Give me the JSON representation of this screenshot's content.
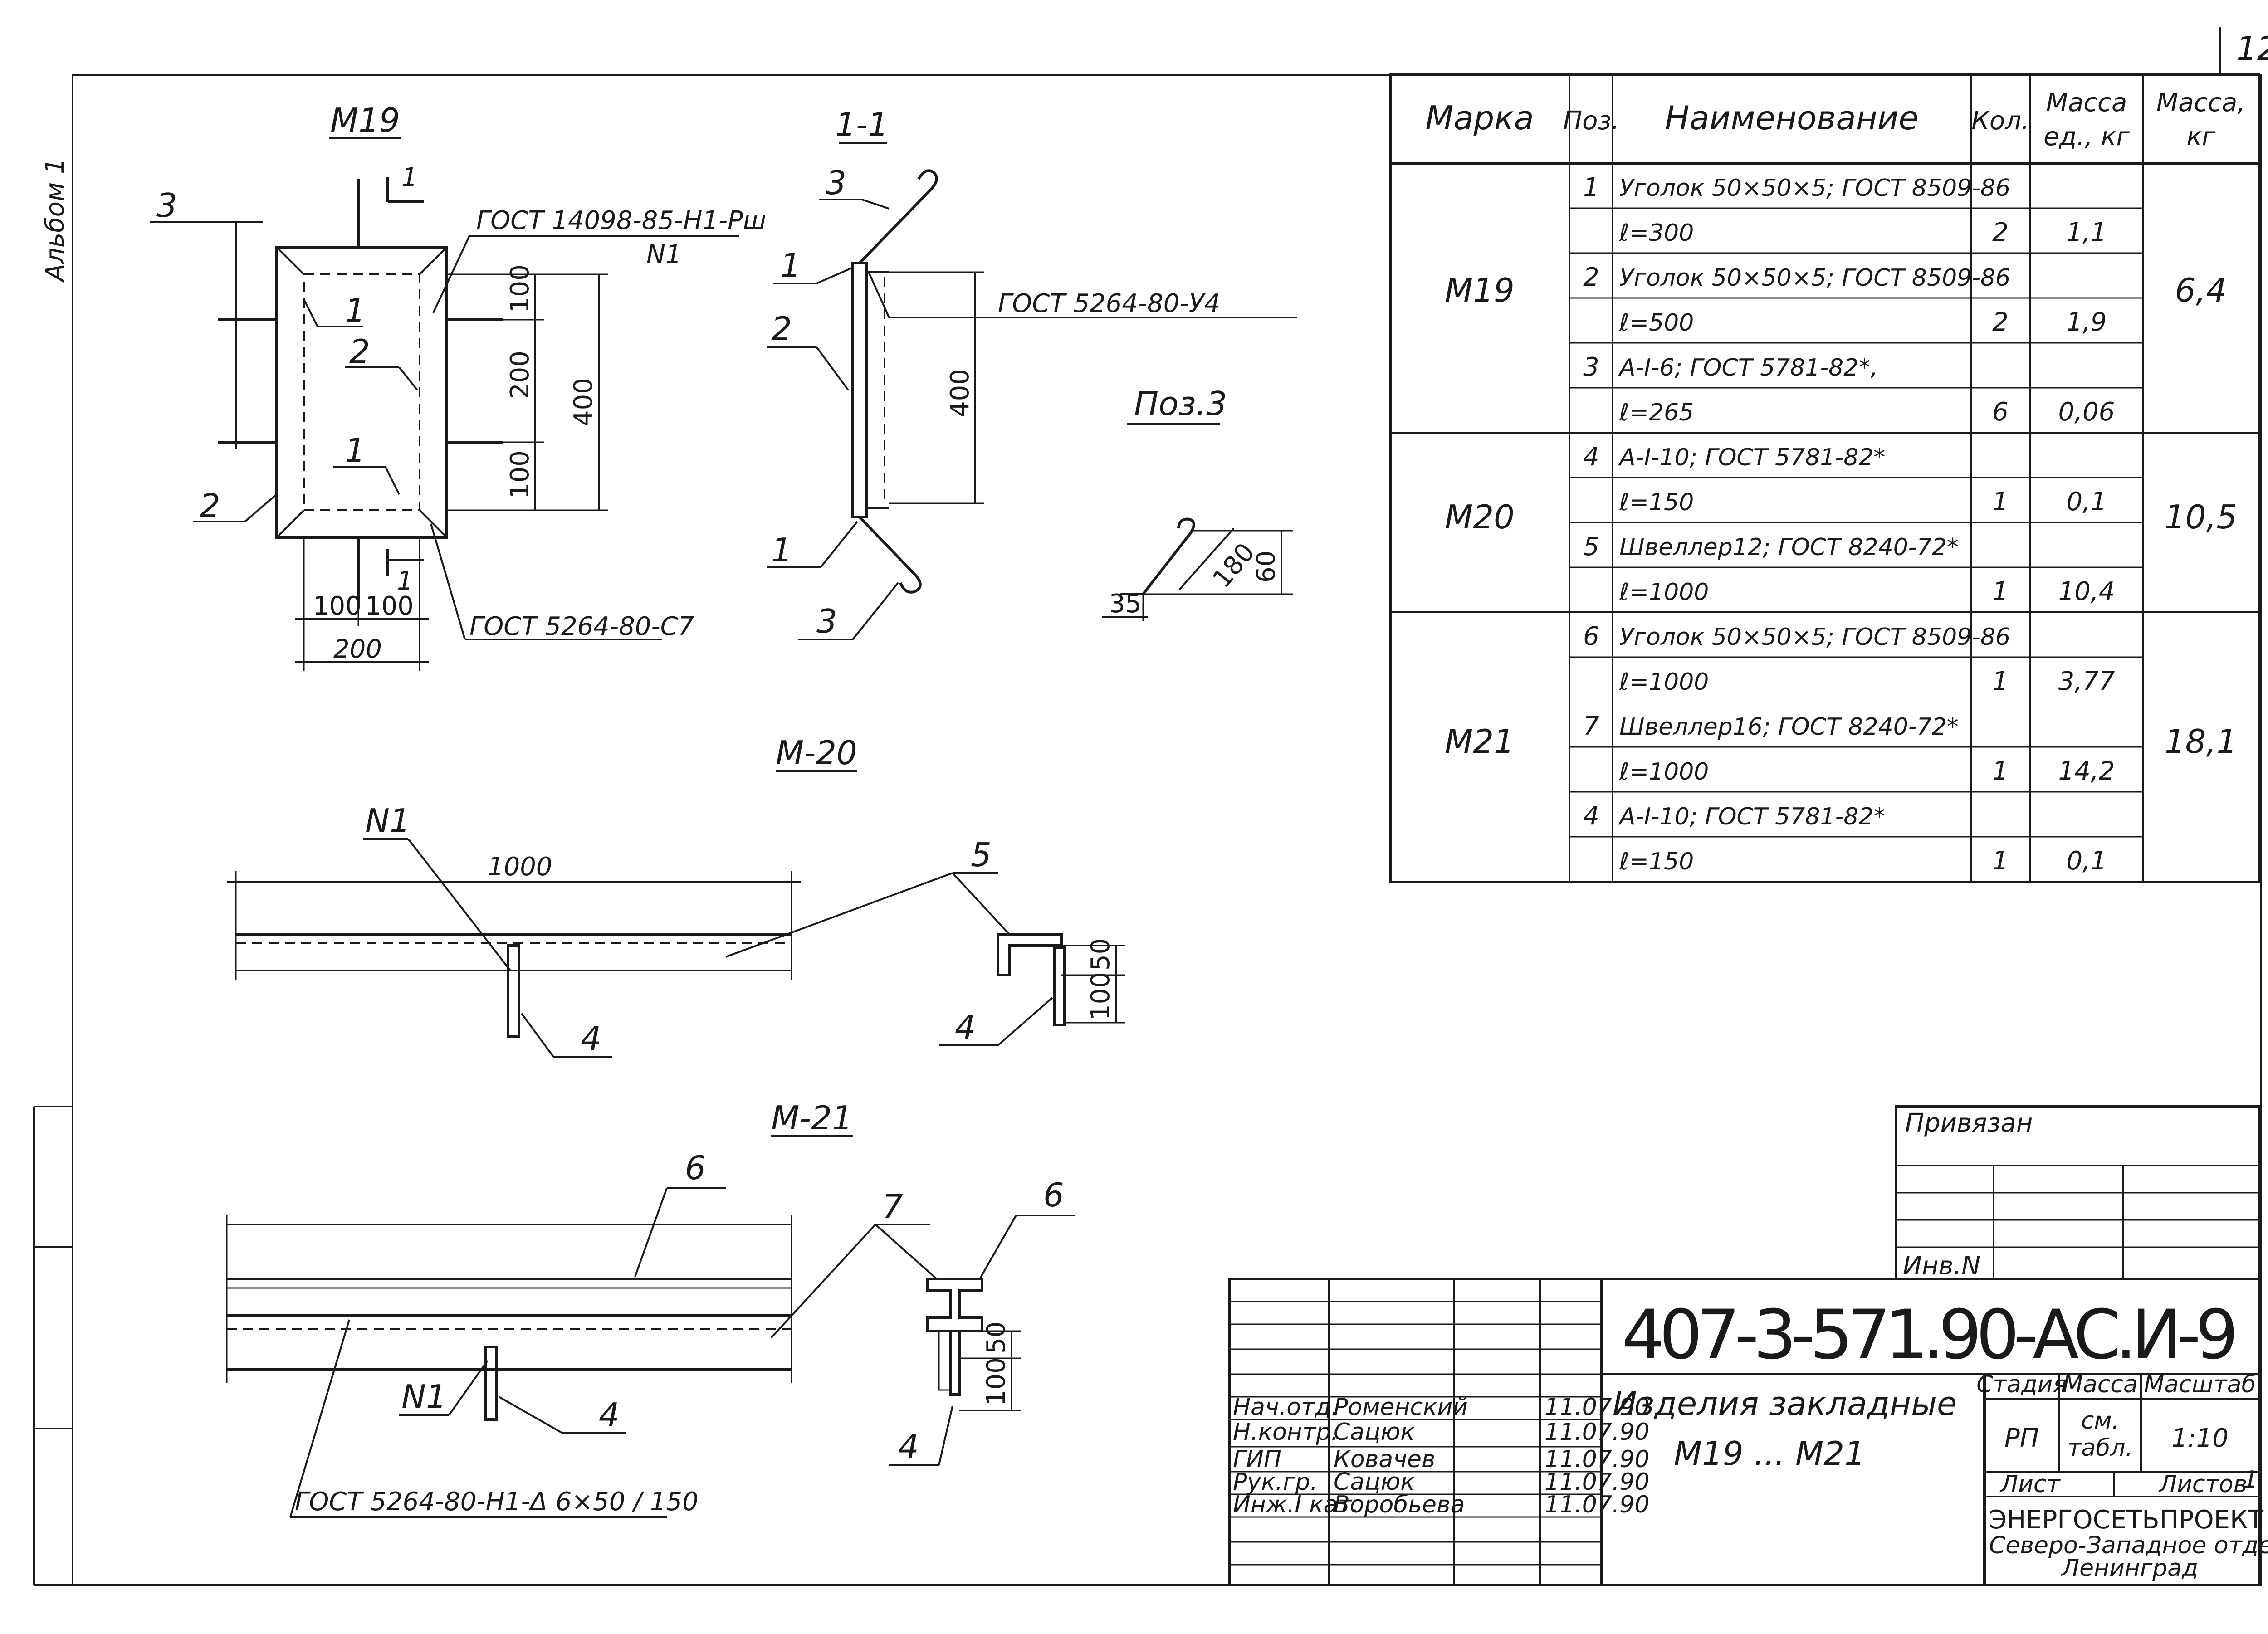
{
  "sheet": {
    "page_number": "12",
    "album": "Альбом 1",
    "designation": "407-3-571.90-АС.И-9",
    "title_line1": "Изделия закладные",
    "title_line2": "М19 ... М21",
    "organization": "ЭНЕРГОСЕТЬПРОЕКТ",
    "org_sub1": "Северо-Западное отделение",
    "org_sub2": "Ленинград",
    "privyazan": "Привязан",
    "inv_no": "Инв.N"
  },
  "title_block": {
    "stage_label": "Стадия",
    "mass_label": "Масса",
    "scale_label": "Масштаб",
    "stage": "РП",
    "mass_value_1": "см.",
    "mass_value_2": "табл.",
    "scale": "1:10",
    "sheet_label": "Лист",
    "sheets_label": "Листов",
    "sheets_count": "1",
    "signatures": [
      {
        "role": "Нач.отд.",
        "name": "Роменский",
        "date": "11.07.90"
      },
      {
        "role": "Н.контр.",
        "name": "Сацюк",
        "date": "11.07.90"
      },
      {
        "role": "ГИП",
        "name": "Ковачев",
        "date": "11.07.90"
      },
      {
        "role": "Рук.гр.",
        "name": "Сацюк",
        "date": "11.07.90"
      },
      {
        "role": "Инж.I кат.",
        "name": "Воробьева",
        "date": "11.07.90"
      }
    ]
  },
  "spec_table": {
    "headers": {
      "mark": "Марка",
      "pos": "Поз.",
      "name": "Наименование",
      "qty": "Кол.",
      "unit_mass": [
        "Масса",
        "ед., кг"
      ],
      "mass": [
        "Масса,",
        "кг"
      ]
    },
    "groups": [
      {
        "mark": "М19",
        "mass": "6,4"
      },
      {
        "mark": "М20",
        "mass": "10,5"
      },
      {
        "mark": "М21",
        "mass": "18,1"
      }
    ],
    "rows": [
      {
        "pos": "1",
        "name": "Уголок 50×50×5; ГОСТ 8509-86",
        "qty": "",
        "unit": ""
      },
      {
        "pos": "",
        "name": "ℓ=300",
        "qty": "2",
        "unit": "1,1"
      },
      {
        "pos": "2",
        "name": "Уголок 50×50×5; ГОСТ 8509-86",
        "qty": "",
        "unit": ""
      },
      {
        "pos": "",
        "name": "ℓ=500",
        "qty": "2",
        "unit": "1,9"
      },
      {
        "pos": "3",
        "name": "А-I-6; ГОСТ 5781-82*,",
        "qty": "",
        "unit": ""
      },
      {
        "pos": "",
        "name": "ℓ=265",
        "qty": "6",
        "unit": "0,06"
      },
      {
        "pos": "4",
        "name": "А-I-10; ГОСТ 5781-82*",
        "qty": "",
        "unit": ""
      },
      {
        "pos": "",
        "name": "ℓ=150",
        "qty": "1",
        "unit": "0,1"
      },
      {
        "pos": "5",
        "name": "Швеллер12; ГОСТ 8240-72*",
        "qty": "",
        "unit": ""
      },
      {
        "pos": "",
        "name": "ℓ=1000",
        "qty": "1",
        "unit": "10,4"
      },
      {
        "pos": "6",
        "name": "Уголок 50×50×5; ГОСТ 8509-86",
        "qty": "",
        "unit": ""
      },
      {
        "pos": "",
        "name": "ℓ=1000",
        "qty": "1",
        "unit": "3,77"
      },
      {
        "pos": "7",
        "name": "Швеллер16; ГОСТ 8240-72*",
        "qty": "",
        "unit": ""
      },
      {
        "pos": "",
        "name": "ℓ=1000",
        "qty": "1",
        "unit": "14,2"
      },
      {
        "pos": "4",
        "name": "А-I-10; ГОСТ 5781-82*",
        "qty": "",
        "unit": ""
      },
      {
        "pos": "",
        "name": "ℓ=150",
        "qty": "1",
        "unit": "0,1"
      }
    ]
  },
  "views": {
    "m19": {
      "title": "М19",
      "weld_note_1": "ГОСТ 14098-85-Н1-Рш",
      "weld_note_1b": "N1",
      "weld_note_2": "ГОСТ 5264-80-С7",
      "section_mark": "1",
      "dims": {
        "d100a": "100",
        "d200": "200",
        "d100b": "100",
        "d400": "400",
        "w100a": "100",
        "w100b": "100",
        "w200": "200"
      },
      "pos_labels": {
        "p3": "3",
        "p1a": "1",
        "p2a": "2",
        "p1b": "1",
        "p2b": "2"
      }
    },
    "section_1_1": {
      "title": "1-1",
      "weld_note": "ГОСТ 5264-80-У4",
      "dim_400": "400",
      "pos_labels": {
        "p3a": "3",
        "p1a": "1",
        "p2": "2",
        "p1b": "1",
        "p3b": "3"
      }
    },
    "pos3": {
      "title": "Поз.3",
      "d60": "60",
      "d180": "180",
      "d35": "35"
    },
    "m20": {
      "title": "М-20",
      "n1": "N1",
      "d1000": "1000",
      "p5": "5",
      "p4a": "4",
      "p4b": "4",
      "d50": "50",
      "d100": "100"
    },
    "m21": {
      "title": "М-21",
      "p6a": "6",
      "p6b": "6",
      "p7": "7",
      "n1": "N1",
      "p4a": "4",
      "p4b": "4",
      "d50": "50",
      "d100": "100",
      "weld_note": "ГОСТ 5264-80-Н1-Δ 6×50 / 150"
    }
  }
}
